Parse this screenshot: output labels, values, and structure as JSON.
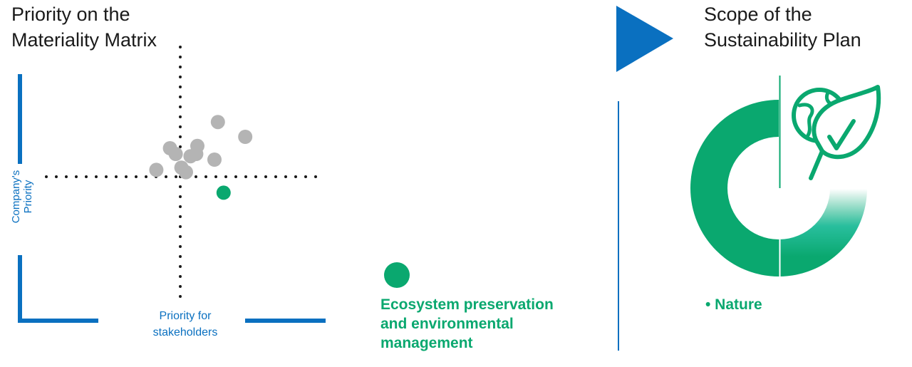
{
  "left_title": {
    "line1": "Priority on the",
    "line2": "Materiality Matrix"
  },
  "right_title": {
    "line1": "Scope of the",
    "line2": "Sustainability Plan"
  },
  "y_axis_label": {
    "line1": "Company's",
    "line2": "Priority"
  },
  "x_axis_label": {
    "line1": "Priority for",
    "line2": "stakeholders"
  },
  "legend": {
    "line1": "Ecosystem preservation",
    "line2": "and environmental",
    "line3": "management"
  },
  "scope_item": "• Nature",
  "icons": {
    "arrow": "play-triangle-icon",
    "plant": "earth-leaf-icon"
  },
  "colors": {
    "accent_blue": "#0a70c0",
    "accent_green": "#0aa86f",
    "dot_gray": "#b4b4b4",
    "axis_dots": "#1a1a1a"
  },
  "chart_data": {
    "type": "scatter",
    "xlabel": "Priority for stakeholders",
    "ylabel": "Company's Priority",
    "xlim": [
      -10,
      10
    ],
    "ylim": [
      -10,
      10
    ],
    "grid": false,
    "series": [
      {
        "values": [
          {
            "x": -2.1,
            "y": 0.6
          },
          {
            "x": -0.9,
            "y": 2.5
          },
          {
            "x": -0.4,
            "y": 2.0
          },
          {
            "x": 0.1,
            "y": 0.8
          },
          {
            "x": 0.5,
            "y": 0.4
          },
          {
            "x": 0.9,
            "y": 1.8
          },
          {
            "x": 1.4,
            "y": 2.0
          },
          {
            "x": 1.5,
            "y": 2.7
          },
          {
            "x": 3.0,
            "y": 1.5
          },
          {
            "x": 3.3,
            "y": 4.8
          },
          {
            "x": 5.7,
            "y": 3.5
          }
        ]
      },
      {
        "values": [
          {
            "x": 3.8,
            "y": -1.4
          }
        ]
      }
    ]
  }
}
